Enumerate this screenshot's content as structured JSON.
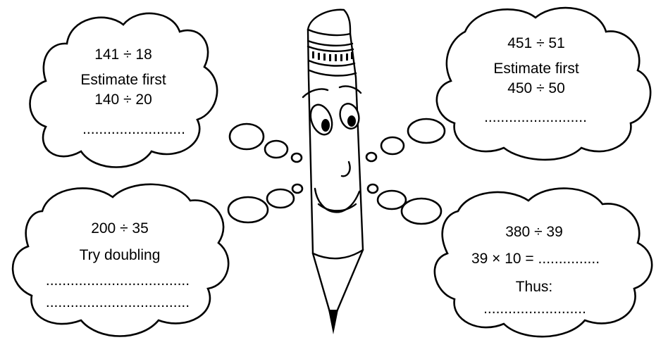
{
  "clouds": {
    "top_left": {
      "problem": "141 ÷ 18",
      "hint": "Estimate first",
      "estimate": "140 ÷ 20",
      "answer_line": "........................."
    },
    "top_right": {
      "problem": "451 ÷ 51",
      "hint": "Estimate first",
      "estimate": "450 ÷ 50",
      "answer_line": "........................."
    },
    "bottom_left": {
      "problem": "200 ÷ 35",
      "hint": "Try doubling",
      "answer_line_1": "...................................",
      "answer_line_2": "..................................."
    },
    "bottom_right": {
      "problem": "380 ÷ 39",
      "step": "39 × 10 = ...............",
      "hint": "Thus:",
      "answer_line": "........................."
    }
  },
  "colors": {
    "ink": "#000000",
    "paper": "#ffffff"
  },
  "illustration": "pencil-character"
}
